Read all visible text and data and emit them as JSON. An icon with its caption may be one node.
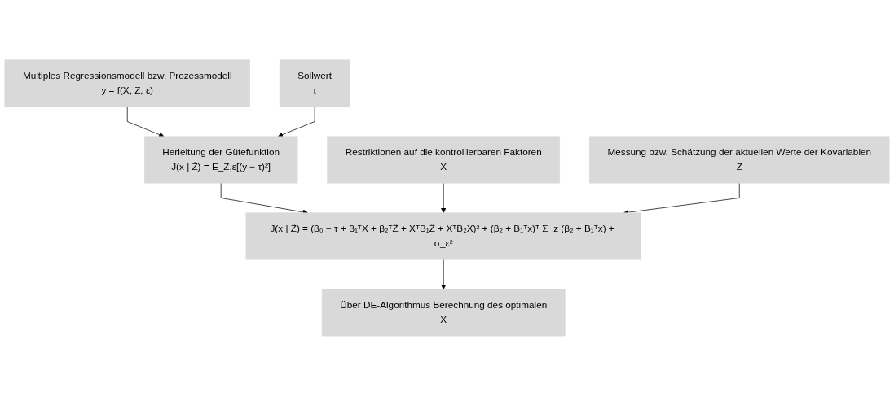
{
  "diagram": {
    "nodes": [
      {
        "text": [
          "Multiples Regressionsmodell bzw. Prozessmodell",
          "y = f(X, Z, ε)"
        ]
      },
      {
        "text": [
          "Herleitung der Gütefunktion",
          "J(x | Ẑ) = E_Z,ε[(y − τ)²]"
        ]
      },
      {
        "text": [
          "Sollwert",
          "τ"
        ]
      },
      {
        "text": [
          "Restriktionen auf die kontrollierbaren Faktoren",
          "X"
        ]
      },
      {
        "text": [
          "Messung bzw. Schätzung der aktuellen Werte der Kovariablen",
          "Z"
        ]
      },
      {
        "text": [
          "J(x | Ẑ) = (β₀ − τ + β₁ᵀX + β₂ᵀẐ + XᵀB₁Ẑ + XᵀB₂X)² + (β₂ + B₁ᵀx)ᵀ Σ_z (β₂ + B₁ᵀx) + σ_ε²"
        ]
      },
      {
        "text": [
          "Über DE-Algorithmus Berechnung des optimalen",
          "X"
        ]
      }
    ],
    "edges": [
      {
        "from": 0,
        "to": 1,
        "arrow": "to"
      },
      {
        "from": 2,
        "to": 1,
        "arrow": "to"
      },
      {
        "from": 1,
        "to": 5,
        "arrow": "to"
      },
      {
        "from": 3,
        "to": 5,
        "arrow": "to"
      },
      {
        "from": 4,
        "to": 5,
        "arrow": "to"
      },
      {
        "from": 5,
        "to": 6,
        "arrow": "to"
      }
    ]
  }
}
